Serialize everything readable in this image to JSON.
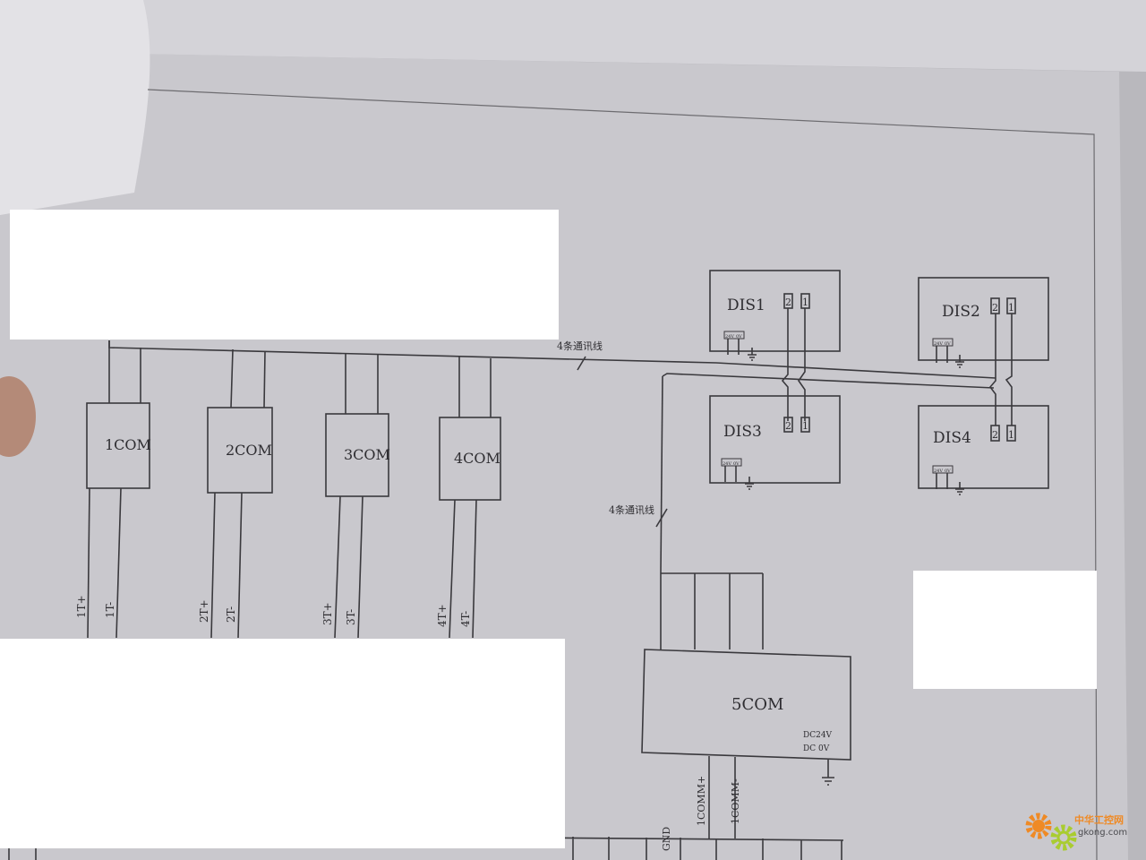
{
  "diagram": {
    "com_units": [
      {
        "label": "1COM",
        "wires": [
          "1T+",
          "1T-"
        ]
      },
      {
        "label": "2COM",
        "wires": [
          "2T+",
          "2T-"
        ]
      },
      {
        "label": "3COM",
        "wires": [
          "3T+",
          "3T-"
        ]
      },
      {
        "label": "4COM",
        "wires": [
          "4T+",
          "4T-"
        ]
      }
    ],
    "bus_label_top": "4条通讯线",
    "bus_label_down": "4条通讯线",
    "displays": [
      {
        "label": "DIS1",
        "pins": [
          "2",
          "1"
        ],
        "power": [
          "24V",
          "0V"
        ]
      },
      {
        "label": "DIS2",
        "pins": [
          "2",
          "1"
        ],
        "power": [
          "24V",
          "0V"
        ]
      },
      {
        "label": "DIS3",
        "pins": [
          "2",
          "1"
        ],
        "power": [
          "24V",
          "0V"
        ]
      },
      {
        "label": "DIS4",
        "pins": [
          "2",
          "1"
        ],
        "power": [
          "24V",
          "0V"
        ]
      }
    ],
    "main_unit": {
      "label": "5COM",
      "power_1": "DC24V",
      "power_2": "DC 0V"
    },
    "terminals": [
      "GND",
      "1COMM+",
      "1COMM-"
    ]
  },
  "watermark": {
    "cn": "中华工控网",
    "site": "gkong.com"
  },
  "colors": {
    "paper": "#c9c8cd",
    "ink": "#3a393d",
    "gear_orange": "#ef8a25",
    "gear_green": "#a9cc30"
  }
}
